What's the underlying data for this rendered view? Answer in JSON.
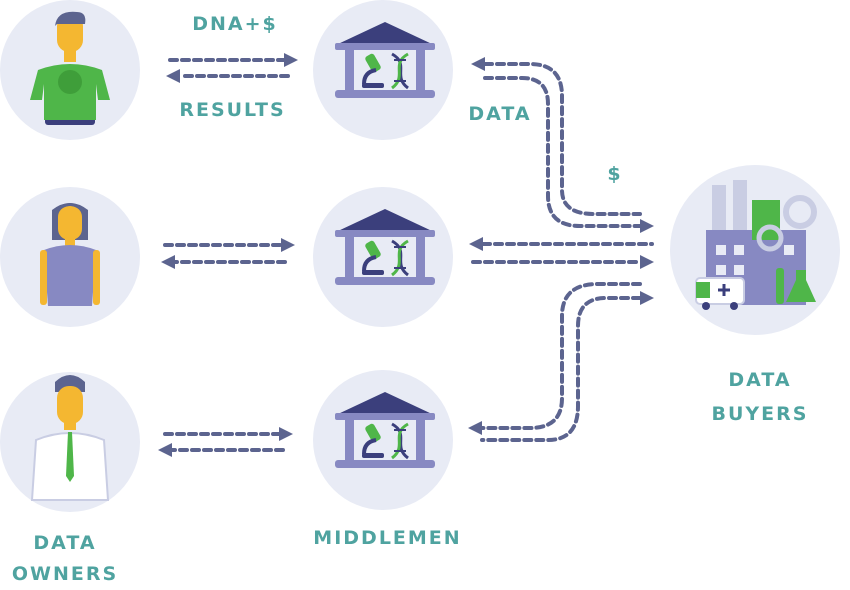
{
  "labels": {
    "data_owners": "DATA\nOWNERS",
    "middlemen": "MIDDLEMEN",
    "data_buyers": "DATA\nBUYERS",
    "dna_money": "DNA+$",
    "results": "RESULTS",
    "data": "DATA",
    "money": "$"
  },
  "colors": {
    "circle_bg": "#e8ebf5",
    "arrow": "#5c648f",
    "skin": "#f4b731",
    "green": "#4fb649",
    "purple": "#8789c2",
    "dark_purple": "#3b3f7c",
    "teal_text": "#4fa3a0"
  },
  "icons": {
    "owners": [
      "person-green-shirt-icon",
      "person-woman-icon",
      "person-white-shirt-tie-icon"
    ],
    "middlemen": [
      "lab-building-icon",
      "lab-building-icon",
      "lab-building-icon"
    ],
    "buyers": "factory-icon"
  }
}
